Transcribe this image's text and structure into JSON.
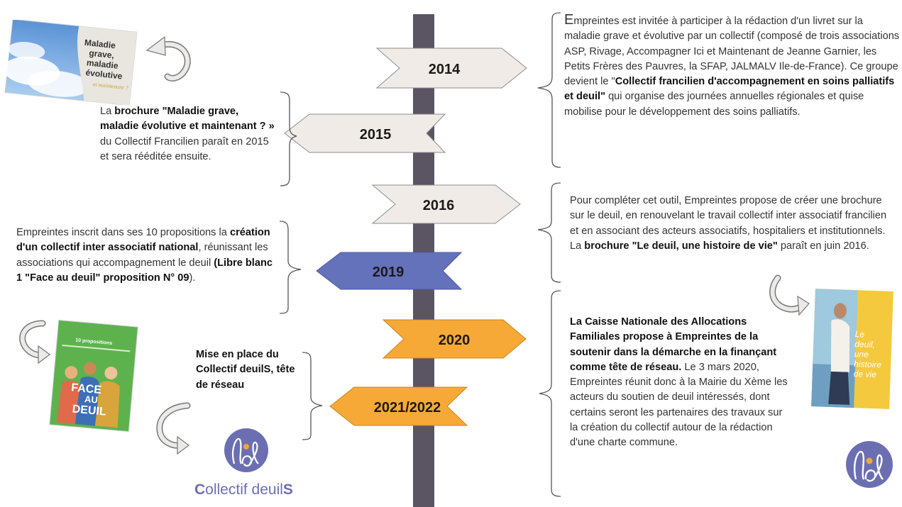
{
  "colors": {
    "spine": "#5b5463",
    "arrow_default": "#f1ebe8",
    "arrow_highlight": "#6471bb",
    "arrow_orange": "#f7a937",
    "bracket": "#555555",
    "logo_purple": "#6b6fb2",
    "logo_orange": "#f2a53a"
  },
  "timeline": [
    {
      "year": "2014"
    },
    {
      "year": "2015"
    },
    {
      "year": "2016"
    },
    {
      "year": "2019"
    },
    {
      "year": "2020"
    },
    {
      "year": "2021/2022"
    }
  ],
  "blocks": {
    "b2014": {
      "p1": "E",
      "p2": "mpreintes est invitée à participer à la rédaction d'un livret sur la maladie grave et évolutive par un collectif (composé de trois associations ASP, Rivage,  Accompagner Ici et Maintenant de Jeanne Garnier, les Petits Frères des Pauvres, la SFAP, JALMALV Ile-de-France). Ce groupe devient le \"",
      "bold": "Collectif francilien d'accompagnement en soins palliatifs et deuil\"",
      "p3": " qui organise des journées annuelles régionales et quise mobilise pour le développement des soins palliatifs."
    },
    "b2015": {
      "p1": "La ",
      "bold": "brochure \"Maladie grave, maladie évolutive et maintenant ? »",
      "p2": " du Collectif Francilien paraît en 2015 et sera rééditée ensuite."
    },
    "b2016": {
      "p1": "Pour compléter cet outil, Empreintes propose de créer une brochure sur le deuil, en renouvelant le travail collectif inter associatif francilien et en associant des acteurs associatifs, hospitaliers et institutionnels. La ",
      "bold": "brochure \"Le deuil, une histoire de vie\"",
      "p2": " paraît en juin 2016."
    },
    "b2019": {
      "p1": "Empreintes inscrit dans ses 10 propositions la ",
      "bold": "création d'un collectif inter associatif national",
      "p2": ", réunissant les associations qui accompagnement le deuil ",
      "bold2": "(Libre blanc 1 \"Face au deuil\" proposition N° 09",
      "p3": ")."
    },
    "b2020": {
      "bold": "La Caisse Nationale des Allocations Familiales propose à Empreintes de la soutenir dans la démarche en la finançant comme tête de réseau.",
      "p1": " Le 3 mars 2020, Empreintes réunit donc à la Mairie du Xème les acteurs du soutien de deuil intéressés, dont certains seront les partenaires des travaux sur la création du collectif autour de la rédaction d'une charte commune."
    },
    "b2021": {
      "bold": "Mise en place du Collectif deuilS, tête de réseau"
    }
  },
  "images": {
    "brochure_maladie": {
      "lines": [
        "Maladie",
        "grave,",
        "maladie",
        "évolutive",
        "et maintenant ?"
      ]
    },
    "brochure_deuil": {
      "lines": [
        "Le",
        "deuil,",
        "une",
        "histoire",
        "de vie"
      ]
    },
    "livre_blanc": {
      "top": "10 propositions",
      "title": [
        "FACE",
        "AU",
        "DEUIL"
      ]
    }
  },
  "logo": {
    "text_c": "C",
    "text_mid": "ollectif deuil",
    "text_s": "S"
  }
}
